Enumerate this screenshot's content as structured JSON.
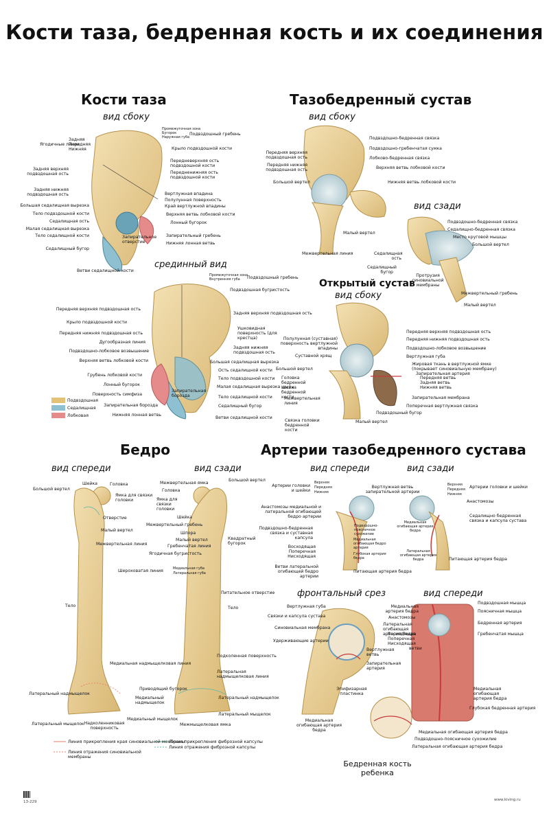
{
  "title": "Кости таза, бедренная кость и их соединения",
  "sections": {
    "pelvis": {
      "title": "Кости таза",
      "view_side": "вид сбоку",
      "view_medial": "срединный вид",
      "side_labels": [
        "Промежуточная зона",
        "Бугорок",
        "Наружная губа",
        "Подвздошный гребень",
        "Задняя",
        "Передняя",
        "Нижняя",
        "Ягодичные линии",
        "Крыло подвздошной кости",
        "Передневерхняя ость подвздошной кости",
        "Задняя верхняя подвздошная ость",
        "Передненижняя ость подвздошной кости",
        "Задняя нижняя подвздошная ость",
        "Вертлужная впадина",
        "Полулунная поверхность",
        "Большая седалищная вырезка",
        "Край вертлужной впадины",
        "Тело подвздошной кости",
        "Верхняя ветвь лобковой кости",
        "Седалищная ость",
        "Лонный бугорок",
        "Малая седалищная вырезка",
        "Тело седалищной кости",
        "Запирательное отверстие",
        "Запирательный гребень",
        "Нижняя лонная ветвь",
        "Седалищный бугор",
        "Ветви седалищной кости"
      ],
      "medial_labels": [
        "Промежуточная зона",
        "Внутренняя губа",
        "Подвздошный гребень",
        "Подвздошная бугристость",
        "Передняя верхняя подвздошная ость",
        "Задняя верхняя подвздошная ость",
        "Крыло подвздошной кости",
        "Ушковидная поверхность (для крестца)",
        "Передняя нижняя подвздошная ость",
        "Дугообразная линия",
        "Задняя нижняя подвздошная ость",
        "Подвздошно-лобковое возвышение",
        "Большая седалищная вырезка",
        "Верхняя ветвь лобковой кости",
        "Ость седалищной кости",
        "Грубень лобковой кости",
        "Тело подвздошной кости",
        "Лонный бугорок",
        "Малая седалищная вырезка",
        "Поверхность симфиза",
        "Запирательная борозда",
        "Тело седалищной кости",
        "Запирательная борозда",
        "Седалищный бугор",
        "Нижняя лонная ветвь",
        "Ветви седалищной кости"
      ],
      "legend": [
        {
          "label": "Подвздошная",
          "color": "#e3c277"
        },
        {
          "label": "Седалищная",
          "color": "#8fc0d1"
        },
        {
          "label": "Лобковая",
          "color": "#e58b8b"
        }
      ]
    },
    "hip": {
      "title": "Тазобедренный сустав",
      "view_side": "вид сбоку",
      "view_back": "вид сзади",
      "open_title": "Открытый сустав",
      "open_view": "вид сбоку",
      "side_labels": [
        "Подвздошно-бедренная связка",
        "Подвздошно-гребенчатая сумка",
        "Передняя верхняя подвздошная ость",
        "Лобково-бедренная связка",
        "Передняя нижняя подвздошная ость",
        "Верхняя ветвь лобковой кости",
        "Большой вертел",
        "Нижняя ветвь лобковой кости",
        "Малый вертел",
        "Межвертельная линия"
      ],
      "back_labels": [
        "Подвздошно-бедренная связка",
        "Седалищно-бедренная связка",
        "Место круговой мышцы",
        "Седалищная ость",
        "Большой вертел",
        "Седалищный бугор",
        "Протрузия синовиальной мембраны",
        "Межвертельный гребень",
        "Малый вертел"
      ],
      "open_labels": [
        "Передняя верхняя подвздошная ость",
        "Передняя нижняя подвздошная ость",
        "Полулунная (суставная) поверхность вертлужной впадины",
        "Подвздошно-лобковое возвышение",
        "Суставной хрящ",
        "Вертлужная губа",
        "Жировая ткань в вертлужной ямке (покрывает синовиальную мембрану)",
        "Большой вертел",
        "Запирательная артерия",
        "Головка бедренной кости",
        "Передняя ветвь",
        "Задняя ветвь",
        "Шейка бедренной кости",
        "Нижняя ветвь",
        "Межвертельная линия",
        "Запирательная мембрана",
        "Поперечная вертлужная связка",
        "Подвздошный бугор",
        "Связка головки бедренной кости",
        "Малый вертел"
      ]
    },
    "femur": {
      "title": "Бедро",
      "view_front": "вид спереди",
      "view_back": "вид сзади",
      "front_labels": [
        "Шейка",
        "Головка",
        "Большой вертел",
        "Ямка для связки головки",
        "Отверстие",
        "Малый вертел",
        "Межвертельная линия",
        "Тело",
        "Латеральный надмыщелок",
        "Латеральный мыщелок",
        "Надколенниковая поверхность",
        "Медиальный надмыщелок",
        "Приводящий бугорок",
        "Медиальный мыщелок"
      ],
      "back_labels": [
        "Межвертельная ямка",
        "Большой вертел",
        "Головка",
        "Ямка для связки головки",
        "Шейка",
        "Межвертельный гребень",
        "Шпора",
        "Малый вертел",
        "Квадратный бугорок",
        "Гребенчатая линия",
        "Ягодичная бугристость",
        "Шероховатая линия",
        "Медиальная губа",
        "Латеральная губа",
        "Питательное отверстие",
        "Тело",
        "Подколенная поверхность",
        "Медиальная надмыщелковая линия",
        "Латеральная надмыщелковая линия",
        "Латеральный надмыщелок",
        "Латеральный мыщелок",
        "Межмыщелковая ямка"
      ],
      "legend": [
        {
          "label": "Линия прикрепления края синовиальной мембраны",
          "color": "#e07b6a",
          "dash": false
        },
        {
          "label": "Линия отражения синовиальной мембраны",
          "color": "#e07b6a",
          "dash": true
        },
        {
          "label": "Линия прикрепления фиброзной капсулы",
          "color": "#5bb8a6",
          "dash": false
        },
        {
          "label": "Линия отражения фиброзной капсулы",
          "color": "#5bb8a6",
          "dash": true
        }
      ]
    },
    "arteries": {
      "title": "Артерии тазобедренного сустава",
      "view_front": "вид спереди",
      "view_back": "вид сзади",
      "view_section": "фронтальный срез",
      "view_front2": "вид спереди",
      "child_caption": "Бедренная кость ребенка",
      "front_labels": [
        "Верхняя",
        "Передняя",
        "Нижняя",
        "Артерии головки и шейки",
        "Вертлужная ветвь запирательной артерии",
        "Анастомозы медиальной и латеральной огибающей бедро артерии",
        "Подвздошно-бедренная связка и суставная капсула",
        "Подвздошно-поясничное сухожилие",
        "Медиальная огибающая бедро артерия",
        "Восходящая",
        "Поперечная",
        "Нисходящая",
        "Глубокая артерия бедра",
        "Ветви латеральной огибающей бедро артерии",
        "Питающая артерия бедра"
      ],
      "back_labels": [
        "Верхняя",
        "Передняя",
        "Нижняя",
        "Артерии головки и шейки",
        "Анастомозы",
        "Медиальная огибающая артерия бедра",
        "Седалищно бедренная связка и капсула сустава",
        "Латеральная огибающая артерия бедра",
        "Питающая артерия бедра"
      ],
      "section_labels": [
        "Вертлужная губа",
        "Связки и капсула сустава",
        "Синовиальная мембрана",
        "Удерживающие артерии",
        "Вертлужная ветвь",
        "Запирательная артерия",
        "Эпифизарная пластинка",
        "Медиальная огибающая артерия бедра"
      ],
      "front2_labels": [
        "Медиальная артерия бедра",
        "Подвздошная мышца",
        "Поясничная мышца",
        "Анастомозы",
        "Бедренная артерия",
        "Латеральная огибающая артерия бедра",
        "Гребенчатая мышца",
        "Восходящая",
        "Поперечная",
        "Нисходящая",
        "ветви",
        "Медиальная огибающая артерия бедра",
        "Глубокая бедренная артерия"
      ],
      "child_labels": [
        "Медиальная огибающая артерия бедра",
        "Подвздошно-поясничное сухожилие",
        "Латеральная огибающая артерия бедра"
      ]
    }
  },
  "footer": {
    "code": "13-229",
    "site": "www.kiving.ru"
  }
}
